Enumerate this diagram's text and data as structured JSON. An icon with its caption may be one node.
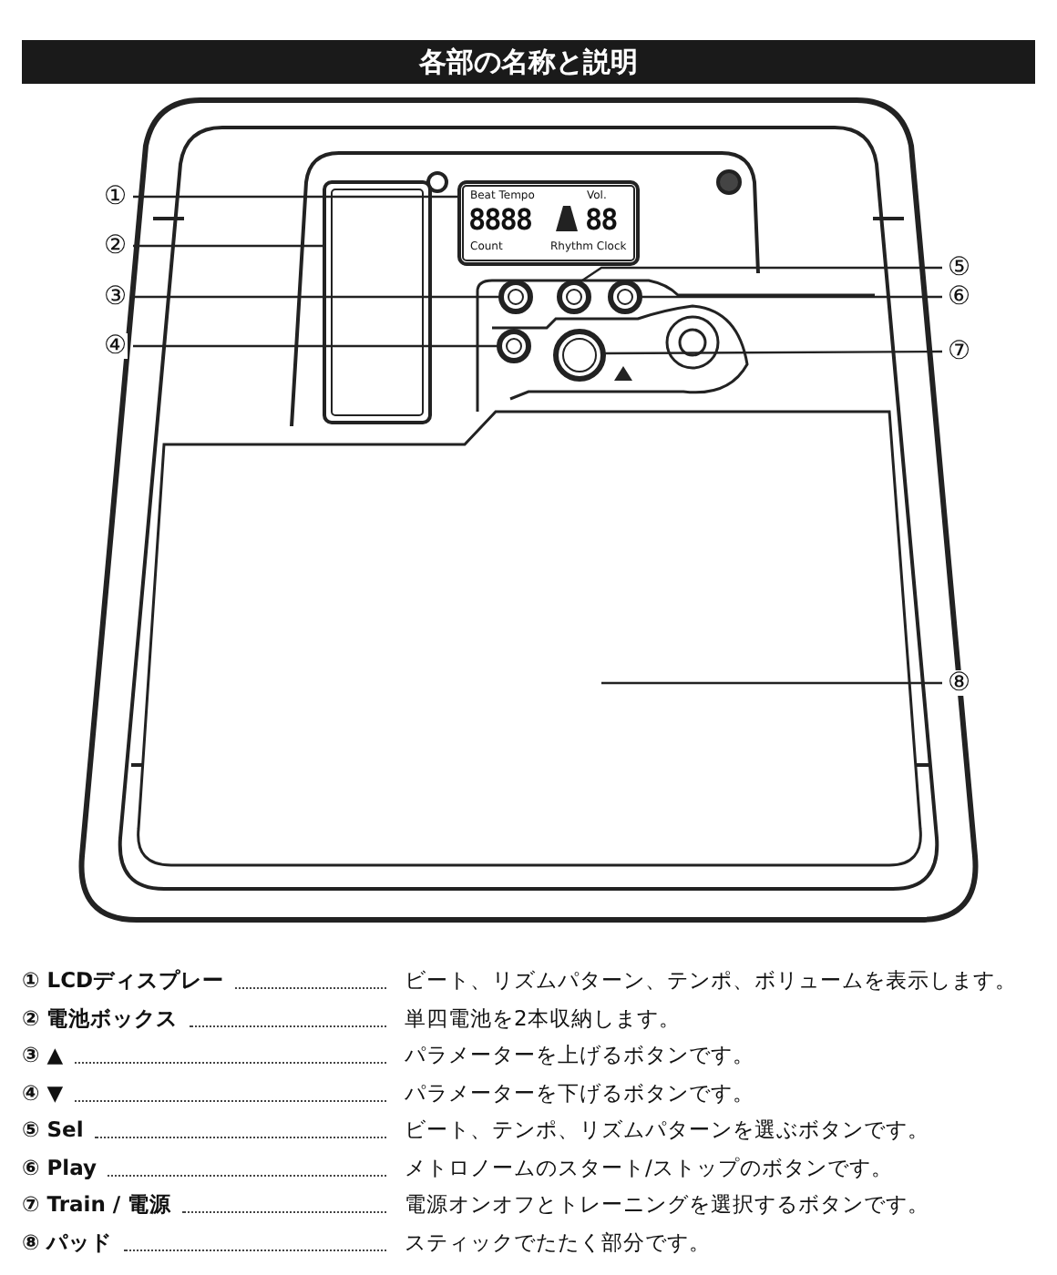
{
  "diagram": {
    "title": "各部の名称と説明",
    "nodes": [
      {
        "text": [
          "①"
        ]
      },
      {
        "text": [
          "②"
        ]
      },
      {
        "text": [
          "③"
        ]
      },
      {
        "text": [
          "④"
        ]
      },
      {
        "text": [
          "⑤"
        ]
      },
      {
        "text": [
          "⑥"
        ]
      },
      {
        "text": [
          "⑦"
        ]
      },
      {
        "text": [
          "⑧"
        ]
      },
      {
        "text": [],
        "shape": "box"
      },
      {
        "text": [],
        "shape": "box"
      },
      {
        "text": [],
        "shape": "circle"
      },
      {
        "text": [],
        "shape": "circle"
      },
      {
        "text": [],
        "shape": "circle"
      },
      {
        "text": [],
        "shape": "circle"
      },
      {
        "text": [],
        "shape": "circle"
      },
      {
        "text": [],
        "shape": "box"
      }
    ],
    "edges": [
      {
        "from": 0,
        "to": 8,
        "arrow": "none"
      },
      {
        "from": 1,
        "to": 9,
        "arrow": "none"
      },
      {
        "from": 2,
        "to": 10,
        "arrow": "none"
      },
      {
        "from": 3,
        "to": 13,
        "arrow": "none"
      },
      {
        "from": 4,
        "to": 11,
        "arrow": "none"
      },
      {
        "from": 5,
        "to": 12,
        "arrow": "none"
      },
      {
        "from": 6,
        "to": 14,
        "arrow": "none"
      },
      {
        "from": 7,
        "to": 15,
        "arrow": "none"
      }
    ],
    "labels": [
      "Beat Tempo",
      "Vol.",
      "8888",
      "88",
      "Count",
      "Rhythm Clock",
      "① LCDディスプレー",
      "ビート、リズムパターン、テンポ、ボリュームを表示します。",
      "② 電池ボックス",
      "単四電池を2本収納します。",
      "③ ▲",
      "パラメーターを上げるボタンです。",
      "④ ▼",
      "パラメーターを下げるボタンです。",
      "⑤ Sel",
      "ビート、テンポ、リズムパターンを選ぶボタンです。",
      "⑥ Play",
      "メトロノームのスタート/ストップのボタンです。",
      "⑦ Train / 電源",
      "電源オンオフとトレーニングを選択するボタンです。",
      "⑧ パッド",
      "スティックでたたく部分です。"
    ]
  }
}
